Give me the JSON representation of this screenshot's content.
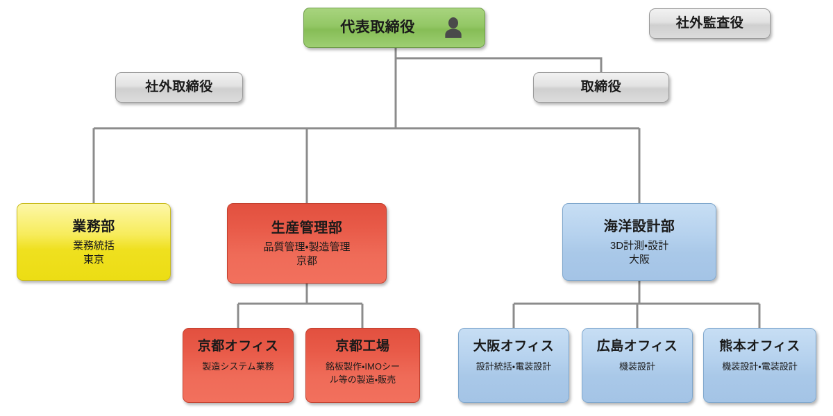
{
  "chart": {
    "kind": "organization-chart",
    "language": "ja",
    "colors": {
      "executive": "#93c765",
      "advisory": "#dcdcdc",
      "operations": "#efe01f",
      "production": "#ef6b58",
      "design": "#b6d2ee",
      "connector": "#8c8c8c",
      "border": "#8d8d8d"
    }
  },
  "nodes": {
    "ceo": {
      "title": "代表取締役",
      "icon": "person-icon"
    },
    "outside_director": {
      "title": "社外取締役"
    },
    "director": {
      "title": "取締役"
    },
    "outside_auditor": {
      "title": "社外監査役"
    },
    "gyomu_bu": {
      "title": "業務部",
      "sub1": "業務統括",
      "sub2": "東京"
    },
    "seisan_kanri_bu": {
      "title": "生産管理部",
      "sub1": "品質管理・製造管理",
      "sub2": "京都"
    },
    "kaiyo_sekkei_bu": {
      "title": "海洋設計部",
      "sub1": "3D計測・設計",
      "sub2": "大阪"
    },
    "kyoto_office": {
      "title": "京都オフィス",
      "sub1": "製造システム業務"
    },
    "kyoto_factory": {
      "title": "京都工場",
      "sub1": "銘板製作・IMOシー",
      "sub2": "ル等の製造・販売"
    },
    "osaka_office": {
      "title": "大阪オフィス",
      "sub1": "設計統括・電装設計"
    },
    "hiroshima_office": {
      "title": "広島オフィス",
      "sub1": "機装設計"
    },
    "kumamoto_office": {
      "title": "熊本オフィス",
      "sub1": "機装設計・電装設計"
    }
  }
}
